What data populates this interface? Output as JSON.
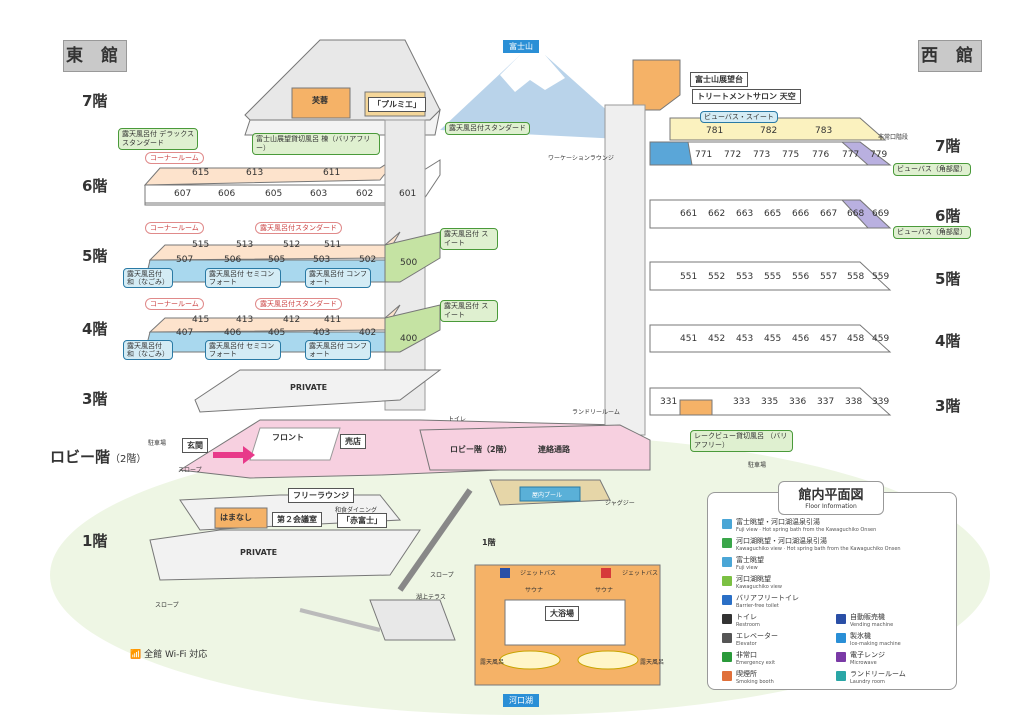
{
  "headers": {
    "east": "東 館",
    "west": "西 館"
  },
  "top_marker": "富士山",
  "bottom_marker": "河口湖",
  "floors_east": [
    "7階",
    "6階",
    "5階",
    "4階",
    "3階",
    "ロビー階",
    "1階"
  ],
  "lobby_note": "（2階）",
  "floors_west": [
    "7階",
    "6階",
    "5階",
    "4階",
    "3階"
  ],
  "east_rooms": {
    "f7_a": "芙蓉",
    "f7_b": "「プルミエ」",
    "f7_bath": "富士山展望貸切風呂 棟（バリアフリー）",
    "f6_front": [
      "615",
      "613",
      "611"
    ],
    "f6_back": [
      "607",
      "606",
      "605",
      "603",
      "602",
      "601"
    ],
    "f5_front": [
      "515",
      "513",
      "512",
      "511"
    ],
    "f5_back": [
      "507",
      "506",
      "505",
      "503",
      "502"
    ],
    "f5_suite": "500",
    "f4_front": [
      "415",
      "413",
      "412",
      "411"
    ],
    "f4_back": [
      "407",
      "406",
      "405",
      "403",
      "402"
    ],
    "f4_suite": "400",
    "private": "PRIVATE",
    "front": "フロント",
    "shop": "売店",
    "entrance": "玄関",
    "lounge": "フリーラウンジ",
    "hamanashi": "はまなし",
    "meeting": "第２会議室",
    "dining": "「赤富士」",
    "dining_note": "和食ダイニング",
    "private_1f": "PRIVATE",
    "lobby_floor": "ロビー階（2階）",
    "corridor": "連絡通路",
    "pool": "屋内プール",
    "bath": "大浴場",
    "terrace": "湖上テラス",
    "sauna": "サウナ",
    "jet": "ジェットバス",
    "open_bath": "露天風呂",
    "first_floor_mark": "1階",
    "slope": "スロープ",
    "parking": "駐車場",
    "jacuzzi": "ジャグジー",
    "toilet": "トイレ"
  },
  "east_tags": {
    "deluxe": "露天風呂付 デラックススタンダード",
    "corner": "コーナールーム",
    "std": "露天風呂付スタンダード",
    "suite": "露天風呂付 スイート",
    "nagomi": "露天風呂付 和（なごみ）",
    "semi": "露天風呂付 セミコンフォート",
    "comfort": "露天風呂付 コンフォート"
  },
  "west_rooms": {
    "observatory": "富士山展望台",
    "salon": "トリートメントサロン 天空",
    "viewbath_suite": "ビューバス・スイート",
    "f7_front": [
      "781",
      "782",
      "783"
    ],
    "f7_back": [
      "771",
      "772",
      "773",
      "775",
      "776",
      "777",
      "779"
    ],
    "f6": [
      "661",
      "662",
      "663",
      "665",
      "666",
      "667",
      "668",
      "669"
    ],
    "f5": [
      "551",
      "552",
      "553",
      "555",
      "556",
      "557",
      "558",
      "559"
    ],
    "f4": [
      "451",
      "452",
      "453",
      "455",
      "456",
      "457",
      "458",
      "459"
    ],
    "f3": [
      "331",
      "333",
      "335",
      "336",
      "337",
      "338",
      "339"
    ],
    "viewbath_corner": "ビューバス（角部屋）",
    "lakeview_bath": "レークビュー貸切風呂 （バリアフリー）",
    "workation": "ワーケーションラウンジ",
    "laundry": "ランドリールーム",
    "emergency": "非常口",
    "emergency_stairs": "非常口階段"
  },
  "legend": {
    "title": "館内平面図",
    "subtitle": "Floor Information",
    "items": [
      {
        "jp": "富士眺望・河口湖温泉引湯",
        "en": "Fuji view · Hot spring bath from the Kawaguchiko Onsen",
        "icon": "fuji-bath-icon",
        "color": "#4aa6d6"
      },
      {
        "jp": "河口湖眺望・河口湖温泉引湯",
        "en": "Kawaguchiko view · Hot spring bath from the Kawaguchiko Onsen",
        "icon": "lake-bath-icon",
        "color": "#3aa64a"
      },
      {
        "jp": "富士眺望",
        "en": "Fuji view",
        "icon": "fuji-view-icon",
        "color": "#4aa6d6"
      },
      {
        "jp": "河口湖眺望",
        "en": "Kawaguchiko view",
        "icon": "lake-view-icon",
        "color": "#7bc043"
      },
      {
        "jp": "バリアフリートイレ",
        "en": "Barrier-free toilet",
        "icon": "barrier-free-toilet-icon",
        "color": "#2a6fc6"
      },
      {
        "jp": "トイレ",
        "en": "Restroom",
        "icon": "restroom-icon",
        "color": "#333333"
      },
      {
        "jp": "エレベーター",
        "en": "Elevator",
        "icon": "elevator-icon",
        "color": "#555555"
      },
      {
        "jp": "非常口",
        "en": "Emergency exit",
        "icon": "emergency-exit-icon",
        "color": "#2a9a3a"
      },
      {
        "jp": "喫煙所",
        "en": "Smoking booth",
        "icon": "smoking-icon",
        "color": "#e0703a"
      },
      {
        "jp": "自動販売機",
        "en": "Vending machine",
        "icon": "vending-icon",
        "color": "#2a4fa6"
      },
      {
        "jp": "製氷機",
        "en": "Ice-making machine",
        "icon": "ice-icon",
        "color": "#2a8fd6"
      },
      {
        "jp": "電子レンジ",
        "en": "Microwave",
        "icon": "microwave-icon",
        "color": "#7a3aa6"
      },
      {
        "jp": "ランドリールーム",
        "en": "Laundry room",
        "icon": "laundry-icon",
        "color": "#2aa6a6"
      }
    ]
  },
  "wifi": "全館 Wi-Fi 対応"
}
